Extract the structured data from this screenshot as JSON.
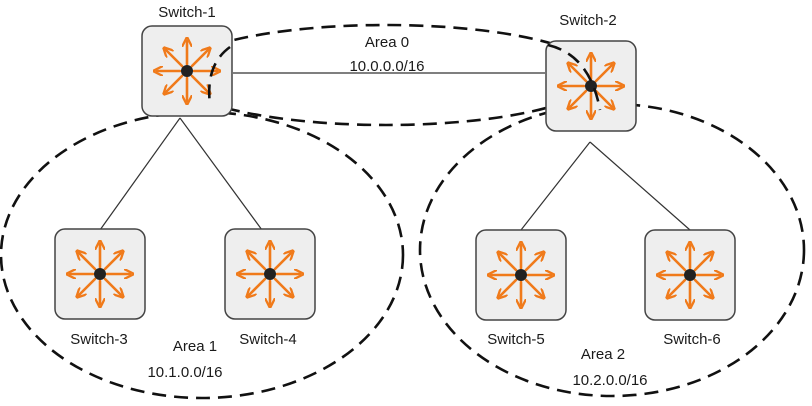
{
  "switches": [
    {
      "id": "s1",
      "label": "Switch-1"
    },
    {
      "id": "s2",
      "label": "Switch-2"
    },
    {
      "id": "s3",
      "label": "Switch-3"
    },
    {
      "id": "s4",
      "label": "Switch-4"
    },
    {
      "id": "s5",
      "label": "Switch-5"
    },
    {
      "id": "s6",
      "label": "Switch-6"
    }
  ],
  "areas": [
    {
      "id": "a0",
      "name": "Area 0",
      "subnet": "10.0.0.0/16"
    },
    {
      "id": "a1",
      "name": "Area 1",
      "subnet": "10.1.0.0/16"
    },
    {
      "id": "a2",
      "name": "Area 2",
      "subnet": "10.2.0.0/16"
    }
  ],
  "links": [
    {
      "from": "s1",
      "to": "s2"
    },
    {
      "from": "s1",
      "to": "s3"
    },
    {
      "from": "s1",
      "to": "s4"
    },
    {
      "from": "s2",
      "to": "s5"
    },
    {
      "from": "s2",
      "to": "s6"
    }
  ],
  "colors": {
    "icon_arrow": "#f07a1a",
    "icon_center": "#222222",
    "box_fill": "#eeeeee",
    "box_stroke": "#444444",
    "line": "#333333",
    "dash": "#111111"
  },
  "icon": "switch-router-icon"
}
